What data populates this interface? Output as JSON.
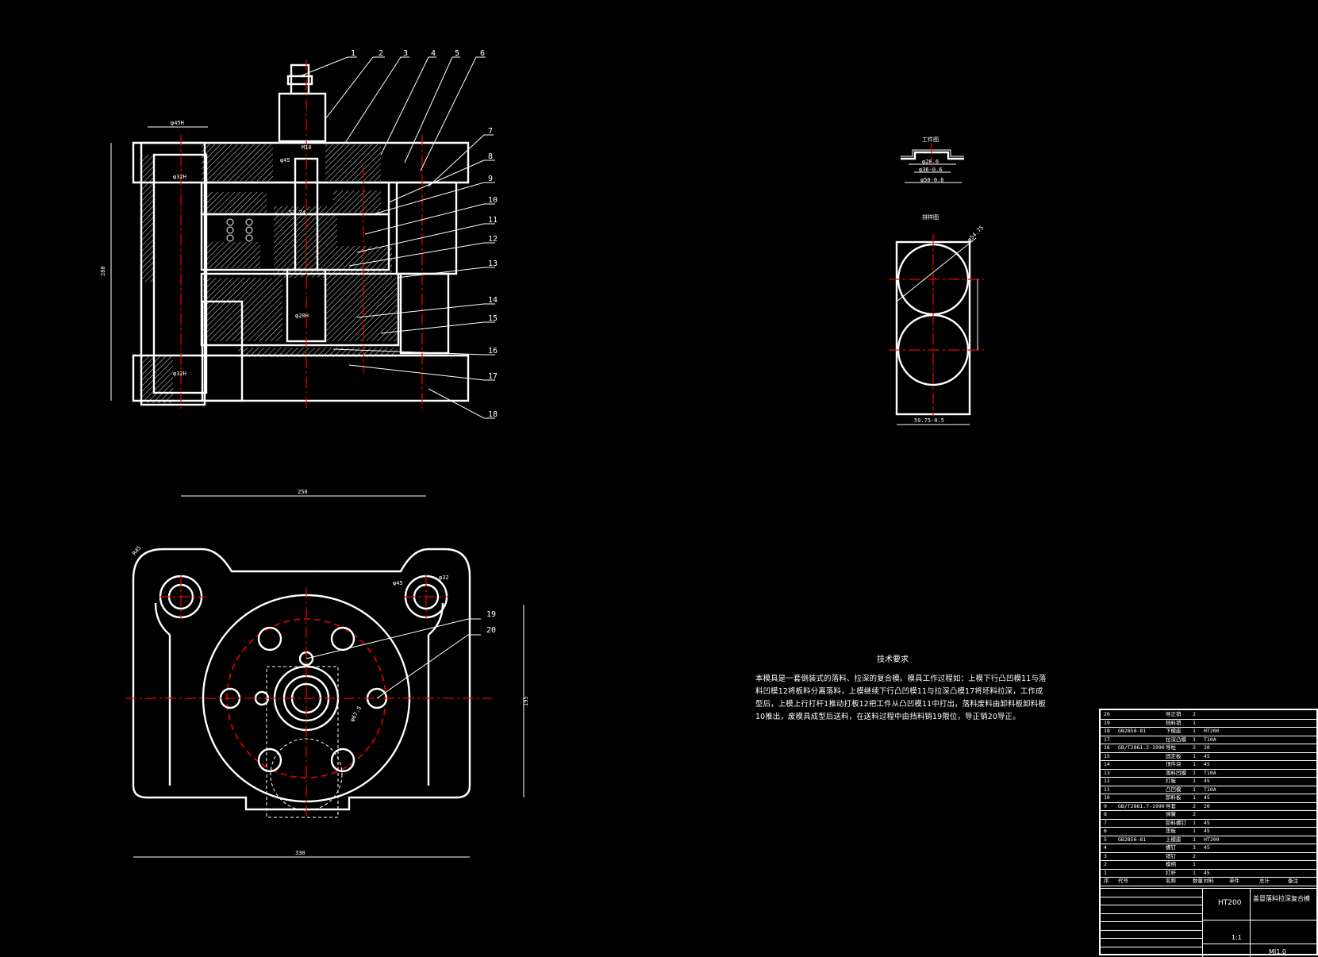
{
  "part_labels": [
    "1",
    "2",
    "3",
    "4",
    "5",
    "6",
    "7",
    "8",
    "9",
    "10",
    "11",
    "12",
    "13",
    "14",
    "15",
    "16",
    "17",
    "18",
    "19",
    "20"
  ],
  "dims": {
    "d45": "φ45H",
    "d32_top": "φ32H",
    "d32_bot": "φ32H",
    "h280": "280",
    "m10": "M10",
    "d45b": "φ45",
    "d52": "52.74",
    "d20": "φ20H",
    "w250": "250",
    "w330": "330",
    "h195": "195",
    "r45": "R45",
    "d45c": "φ45",
    "d32c": "φ32",
    "d67": "φ67.5",
    "wp_d28": "φ28.6",
    "wp_d36": "φ36-0.6",
    "wp_d50": "φ50-0.6",
    "lay_d": "φ54.75",
    "lay_w": "59.75-0.5"
  },
  "views": {
    "workpiece_title": "工件图",
    "layout_title": "排样图"
  },
  "tech": {
    "title": "技术要求",
    "body": "本模具是一套倒装式的落料、拉深的复合模。模具工作过程如：上模下行凸凹模11与落料凹模12将板料分离落料，上模继续下行凸凹模11与拉深凸模17将坯料拉深，工作成型后，上模上行打杆1推动打板12把工件从凸凹模11中打出，落料废料由卸料板卸料板10推出，废模具成型后送料，在送料过程中由挡料销19限位，导正销20导正。"
  },
  "bom": [
    {
      "no": "20",
      "code": "",
      "name": "导正销",
      "qty": "2",
      "mat": ""
    },
    {
      "no": "19",
      "code": "",
      "name": "挡料销",
      "qty": "1",
      "mat": ""
    },
    {
      "no": "18",
      "code": "GB2858-81",
      "name": "下模座",
      "qty": "1",
      "mat": "HT200"
    },
    {
      "no": "17",
      "code": "",
      "name": "拉深凸模",
      "qty": "1",
      "mat": "T10A"
    },
    {
      "no": "16",
      "code": "GB/T2861.2-1990",
      "name": "导柱",
      "qty": "2",
      "mat": "20"
    },
    {
      "no": "15",
      "code": "",
      "name": "固定板",
      "qty": "1",
      "mat": "45"
    },
    {
      "no": "14",
      "code": "",
      "name": "顶件块",
      "qty": "1",
      "mat": "45"
    },
    {
      "no": "13",
      "code": "",
      "name": "落料凹模",
      "qty": "1",
      "mat": "T10A"
    },
    {
      "no": "12",
      "code": "",
      "name": "打板",
      "qty": "1",
      "mat": "45"
    },
    {
      "no": "11",
      "code": "",
      "name": "凸凹模",
      "qty": "1",
      "mat": "T10A"
    },
    {
      "no": "10",
      "code": "",
      "name": "卸料板",
      "qty": "1",
      "mat": "45"
    },
    {
      "no": "9",
      "code": "GB/T2861.7-1990",
      "name": "导套",
      "qty": "2",
      "mat": "20"
    },
    {
      "no": "8",
      "code": "",
      "name": "弹簧",
      "qty": "2",
      "mat": ""
    },
    {
      "no": "7",
      "code": "",
      "name": "卸料螺钉",
      "qty": "1",
      "mat": "45"
    },
    {
      "no": "6",
      "code": "",
      "name": "垫板",
      "qty": "1",
      "mat": "45"
    },
    {
      "no": "5",
      "code": "GB2856-81",
      "name": "上模座",
      "qty": "1",
      "mat": "HT200"
    },
    {
      "no": "4",
      "code": "",
      "name": "螺钉",
      "qty": "3",
      "mat": "45"
    },
    {
      "no": "3",
      "code": "",
      "name": "销钉",
      "qty": "2",
      "mat": ""
    },
    {
      "no": "2",
      "code": "",
      "name": "模柄",
      "qty": "1",
      "mat": ""
    },
    {
      "no": "1",
      "code": "",
      "name": "打杆",
      "qty": "1",
      "mat": "45"
    }
  ],
  "bom_head": {
    "no": "序",
    "code": "代号",
    "name": "名称",
    "qty": "数量",
    "mat": "材料",
    "wt": "单件",
    "tot": "总计",
    "note": "备注"
  },
  "title_block": {
    "material": "HT200",
    "drawing_name": "盖冒落料拉深复合模",
    "scale": "1:1",
    "drawing_no": "MJ1.0"
  }
}
